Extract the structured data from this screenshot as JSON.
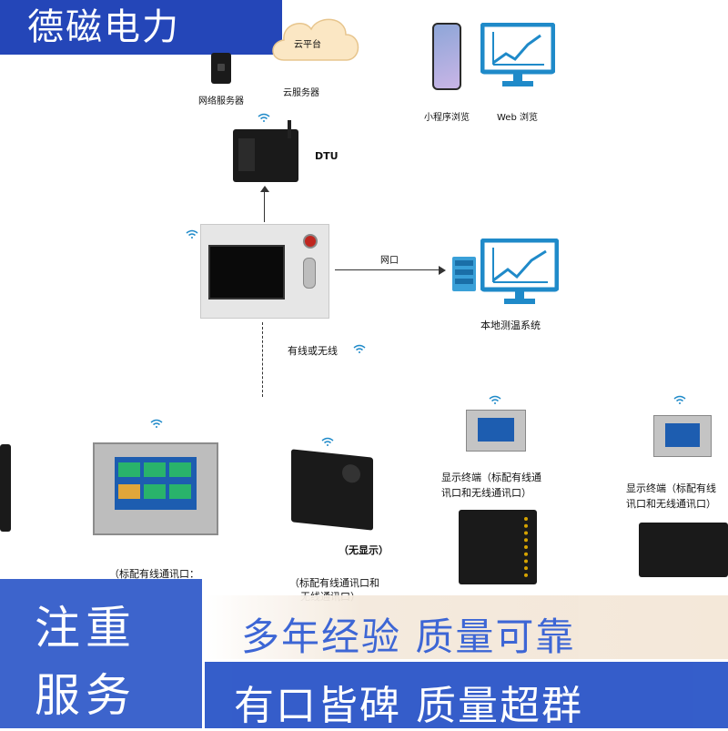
{
  "brand": {
    "name": "德磁电力"
  },
  "cloud": {
    "label": "云平台",
    "caption": "云服务器"
  },
  "network_server": {
    "caption": "网络服务器"
  },
  "clients": {
    "mini_program": "小程序浏览",
    "web": "Web 浏览"
  },
  "dtu": {
    "label": "DTU"
  },
  "link": {
    "port_label": "网口",
    "wired_label": "有线或无线"
  },
  "local_system": {
    "label": "本地测温系统"
  },
  "terminals": {
    "display_1": "显示终端（标配有线通讯口和无线通讯口）",
    "display_1_l1": "显示终端（标配有线通",
    "display_1_l2": "讯口和无线通讯口）",
    "display_2_l1": "显示终端（标配有线",
    "display_2_l2": "讯口和无线通讯口）",
    "no_display": "（无显示）",
    "note_a_l1": "（标配有线通讯口和",
    "note_a_l2": "无线通讯口）",
    "note_b": "（标配有线通讯口："
  },
  "banners": {
    "left_l1": "注重",
    "left_l2": "服务",
    "slogan_1": "多年经验  质量可靠",
    "slogan_2": "有口皆碑  质量超群"
  },
  "colors": {
    "brand": "#2446b8",
    "accent": "#2d57c8",
    "monitor": "#1f8ac9"
  }
}
